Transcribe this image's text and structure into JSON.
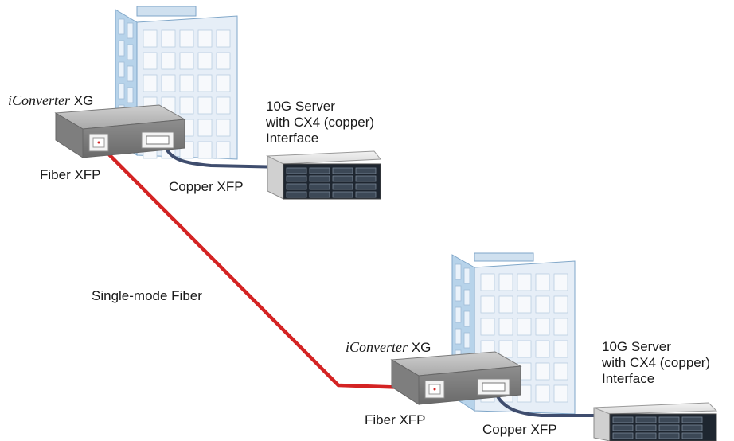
{
  "site_a": {
    "converter_brand": "iConverter",
    "converter_model": "XG",
    "server_label_line1": "10G Server",
    "server_label_line2": "with CX4 (copper)",
    "server_label_line3": "Interface",
    "fiber_port_label": "Fiber XFP",
    "copper_port_label": "Copper XFP"
  },
  "site_b": {
    "converter_brand": "iConverter",
    "converter_model": "XG",
    "server_label_line1": "10G Server",
    "server_label_line2": "with CX4 (copper)",
    "server_label_line3": "Interface",
    "fiber_port_label": "Fiber XFP",
    "copper_port_label": "Copper XFP"
  },
  "link": {
    "label": "Single-mode Fiber",
    "color": "#d42323"
  },
  "colors": {
    "building_face": "#e6eef7",
    "building_side": "#b7d3ea",
    "window": "#f4f7fb",
    "converter_body": "#8c8c8c",
    "copper_cable": "#3f4d6e"
  }
}
